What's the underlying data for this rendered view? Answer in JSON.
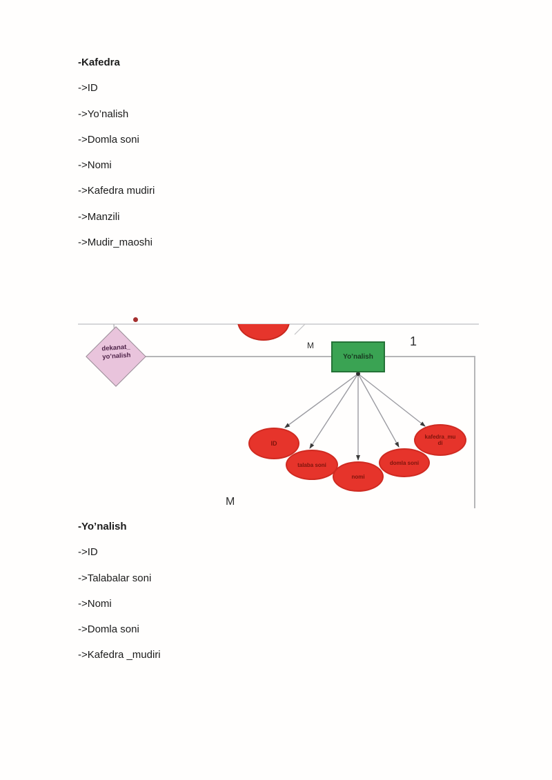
{
  "kafedra_section": {
    "title": "-Kafedra",
    "items": [
      "->ID",
      "->Yo’nalish",
      "->Domla soni",
      "->Nomi",
      "->Kafedra mudiri",
      "->Manzili",
      "->Mudir_maoshi"
    ]
  },
  "yonalish_section": {
    "title": "-Yo’nalish",
    "items": [
      "->ID",
      "->Talabalar soni",
      "->Nomi",
      "->Domla soni",
      "->Kafedra _mudiri"
    ]
  },
  "diagram": {
    "relationship_label_line1": "dekanat_",
    "relationship_label_line2": "yo’nalish",
    "entity_label": "Yo’nalish",
    "cardinality_m_top": "M",
    "cardinality_one": "1",
    "cardinality_m_bottom": "M",
    "attributes": [
      {
        "label": "ID"
      },
      {
        "label": "talaba soni"
      },
      {
        "label": "nomi"
      },
      {
        "label": "domla soni"
      },
      {
        "label": "kafedra_mu di"
      }
    ],
    "colors": {
      "entity_fill": "#3aa353",
      "attribute_fill": "#e6342b",
      "attribute_text": "#7d140c",
      "relationship_fill": "#e9c4dc",
      "connector_line": "#b5b5b7"
    }
  }
}
